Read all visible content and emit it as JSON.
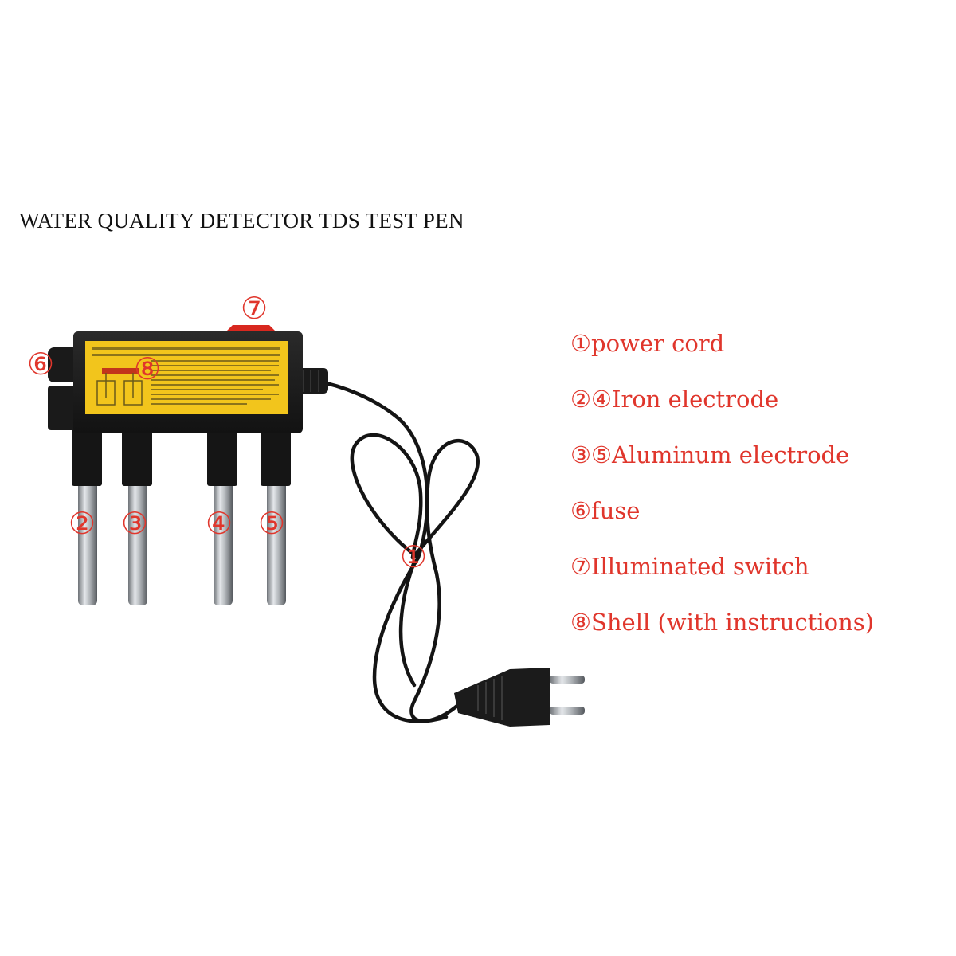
{
  "title": "WATER QUALITY DETECTOR TDS TEST PEN",
  "colors": {
    "accent": "#e0362c",
    "shell": "#1c1c1c",
    "label": "#f2c51c",
    "electrode": "#b8bcc0",
    "cord": "#141414"
  },
  "callouts": {
    "c1": "①",
    "c2": "②",
    "c3": "③",
    "c4": "④",
    "c5": "⑤",
    "c6": "⑥",
    "c7": "⑦",
    "c8": "⑧"
  },
  "legend": [
    {
      "nums": "①",
      "text": "power cord"
    },
    {
      "nums": "②④",
      "text": "Iron electrode"
    },
    {
      "nums": "③⑤",
      "text": "Aluminum electrode"
    },
    {
      "nums": "⑥",
      "text": "fuse"
    },
    {
      "nums": "⑦",
      "text": "Illuminated switch"
    },
    {
      "nums": "⑧",
      "text": "Shell (with instructions)"
    }
  ]
}
